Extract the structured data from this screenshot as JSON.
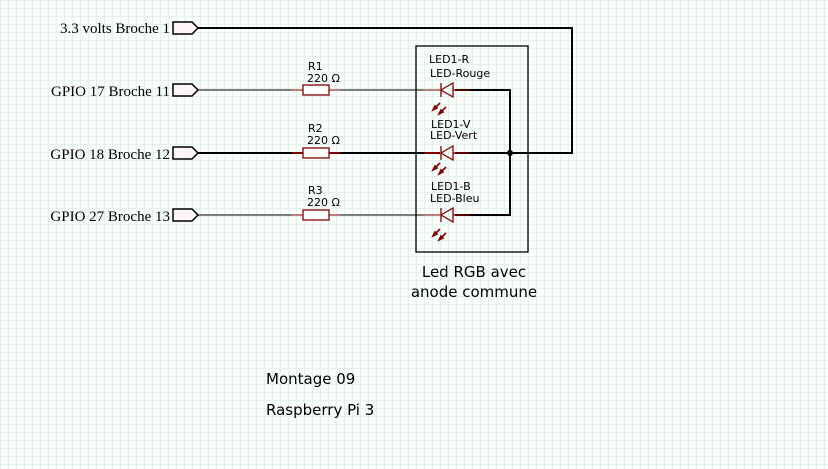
{
  "colors": {
    "wire": "#000000",
    "component": "#800000",
    "port_fill": "#fff4f6",
    "grid": "#e2f3ea",
    "background": "#fbfffd"
  },
  "ports": [
    {
      "label": "3.3 volts Broche 1"
    },
    {
      "label": "GPIO 17 Broche 11"
    },
    {
      "label": "GPIO 18 Broche 12"
    },
    {
      "label": "GPIO 27 Broche 13"
    }
  ],
  "resistors": [
    {
      "ref": "R1",
      "value": "220 Ω"
    },
    {
      "ref": "R2",
      "value": "220 Ω"
    },
    {
      "ref": "R3",
      "value": "220 Ω"
    }
  ],
  "leds": [
    {
      "ref": "LED1-R",
      "name": "LED-Rouge"
    },
    {
      "ref": "LED1-V",
      "name": "LED-Vert"
    },
    {
      "ref": "LED1-B",
      "name": "LED-Bleu"
    }
  ],
  "led_box_caption": [
    "Led RGB avec",
    "anode commune"
  ],
  "footer": {
    "project": "Montage 09",
    "board": "Raspberry Pi 3"
  }
}
